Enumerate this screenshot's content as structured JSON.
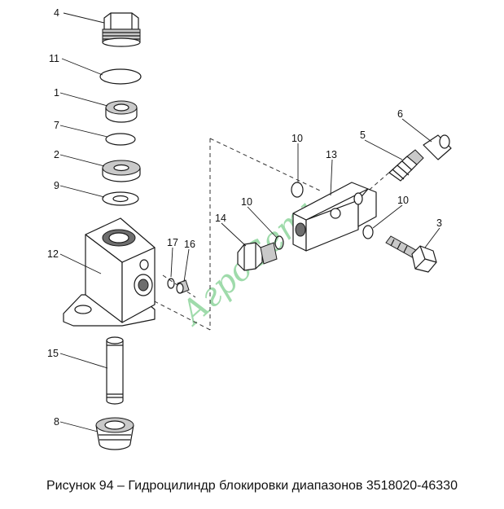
{
  "caption": "Рисунок 94 – Гидроцилиндр блокировки диапазонов 3518020-46330",
  "watermark": "АгроСеть",
  "callouts": {
    "c4": "4",
    "c11": "11",
    "c1": "1",
    "c7": "7",
    "c2": "2",
    "c9": "9",
    "c12": "12",
    "c15": "15",
    "c8": "8",
    "c17": "17",
    "c16": "16",
    "c14": "14",
    "c10a": "10",
    "c10b": "10",
    "c10c": "10",
    "c13": "13",
    "c5": "5",
    "c6": "6",
    "c3": "3"
  }
}
